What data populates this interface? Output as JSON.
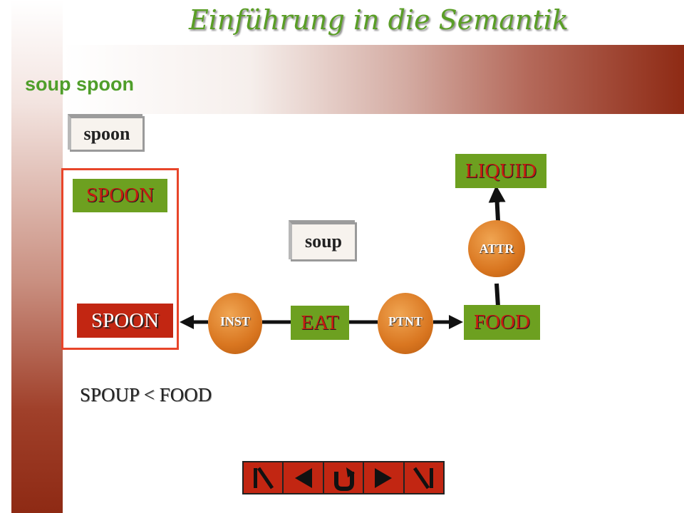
{
  "header": {
    "title": "Einführung in die Semantik"
  },
  "slide": {
    "title": "soup spoon"
  },
  "words": {
    "spoon": "spoon",
    "soup": "soup"
  },
  "concepts": {
    "spoon_top": "SPOON",
    "spoon_main": "SPOON",
    "eat": "EAT",
    "food": "FOOD",
    "liquid": "LIQUID"
  },
  "relations": {
    "inst": "INST",
    "ptnt": "PTNT",
    "attr": "ATTR"
  },
  "formula": "SPOUP < FOOD",
  "nav": {
    "buttons": [
      "first-icon",
      "previous-icon",
      "return-icon",
      "next-icon",
      "last-icon"
    ]
  },
  "colors": {
    "accent_green": "#6da020",
    "concept_red": "#c22612",
    "relation_orange": "#d97620",
    "highlight": "#e8452a"
  }
}
